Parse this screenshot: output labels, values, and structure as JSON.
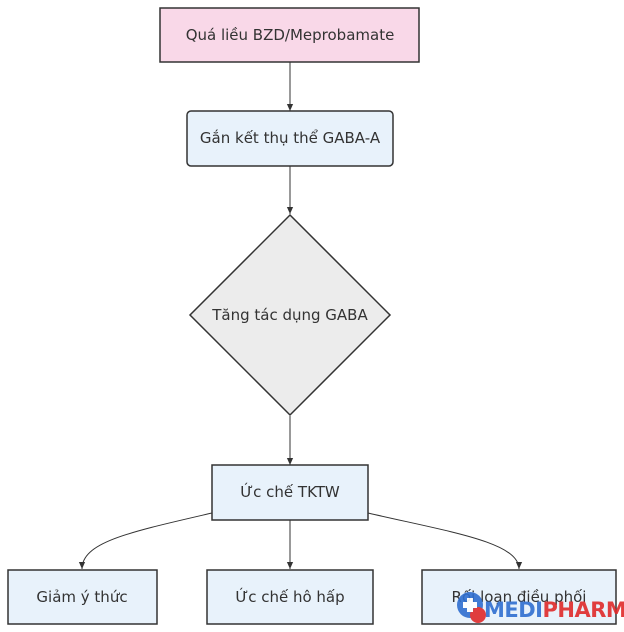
{
  "nodes": {
    "overdose": "Quá liều BZD/Meprobamate",
    "gaba_binding": "Gắn kết thụ thể GABA-A",
    "gaba_effect": "Tăng tác dụng GABA",
    "cns_depression": "Ức chế TKTW",
    "consciousness": "Giảm ý thức",
    "respiratory": "Ức chế hô hấp",
    "coordination": "Rối loạn điều phối"
  },
  "colors": {
    "pink_fill": "#f9d8e8",
    "blue_fill": "#e8f2fb",
    "grey_fill": "#ececec",
    "stroke": "#333333",
    "watermark_blue": "#2f6fd0",
    "watermark_red": "#e02a2a"
  },
  "watermark": {
    "text_lead": "MEDI",
    "text_tail": "PHARM",
    "icon": "medical-cross-icon"
  }
}
